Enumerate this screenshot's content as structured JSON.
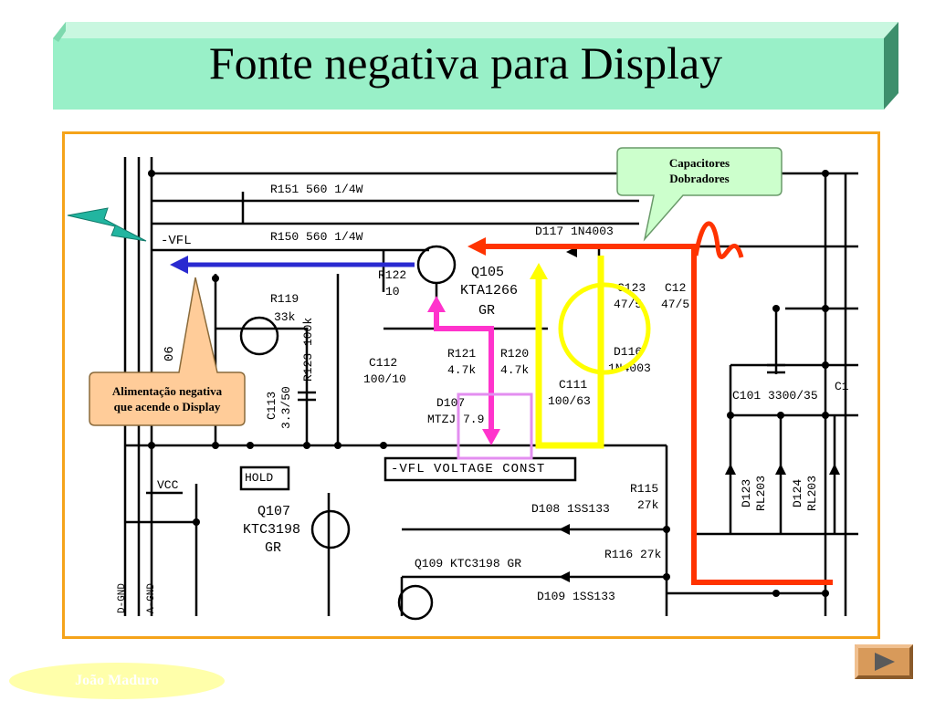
{
  "slide": {
    "title": "Fonte negativa para Display",
    "author": "João Maduro"
  },
  "callouts": {
    "capacitors": [
      "Capacitores",
      "Dobradores"
    ],
    "feed": [
      "Alimentação negativa",
      "que acende o Display"
    ]
  },
  "schematic": {
    "labels": {
      "r151": "R151 560 1/4W",
      "r150": "R150 560 1/4W",
      "vfl": "-VFL",
      "r122": "R122",
      "r122_val": "10",
      "q105": "Q105",
      "q105_part": "KTA1266",
      "q105_grade": "GR",
      "r119": "R119",
      "r119_val": "33k",
      "d117": "D117 1N4003",
      "c123": "C123",
      "c123_val": "47/5",
      "c12x": "C12",
      "c12x_val": "47/5",
      "r121": "R121",
      "r121_val": "4.7k",
      "r120": "R120",
      "r120_val": "4.7k",
      "d116": "D116",
      "d116_part": "1N4003",
      "c112": "C112",
      "c112_val": "100/10",
      "r123": "R123 100k",
      "c113": "C113",
      "c113_val": "3.3/50",
      "c111": "C111",
      "c111_val": "100/63",
      "d107": "D107",
      "d107_part": "MTZJ 7.9",
      "c101": "C101 3300/35",
      "c1x": "C1",
      "vfl_const": "-VFL VOLTAGE CONST",
      "hold": "HOLD",
      "vcc": "VCC",
      "d123": "D123",
      "d123_part": "RL203",
      "d124": "D124",
      "d124_part": "RL203",
      "q107": "Q107",
      "q107_part": "KTC3198",
      "q107_grade": "GR",
      "d108": "D108 1SS133",
      "r115": "R115",
      "r115_val": "27k",
      "r116": "R116 27k",
      "q109": "Q109 KTC3198 GR",
      "d109": "D109 1SS133",
      "gnd_a": "A-GND",
      "gnd_d": "D-GND",
      "left06": "06"
    }
  },
  "colors": {
    "banner": "#99f0c8",
    "banner_side": "#3d8f6c",
    "frame": "#f5a31a",
    "blue_arrow": "#2a2ad0",
    "pink_path": "#ff33cc",
    "yellow_path": "#ffff00",
    "red_path": "#ff3300",
    "callout_green": "#ccffcc",
    "callout_orange": "#ffcc99",
    "author_ellipse": "#ffffaa",
    "button": "#d89a5a"
  },
  "icons": {
    "lightning": "lightning-bolt-icon",
    "next": "next-arrow-icon"
  }
}
